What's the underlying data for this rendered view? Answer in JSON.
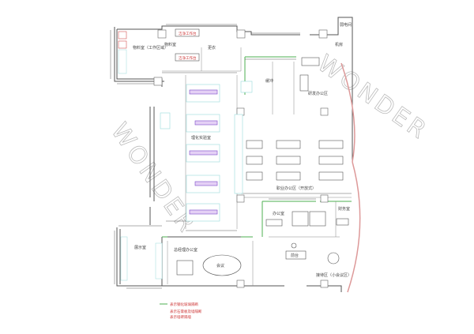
{
  "labels": {
    "material_room_work": "物料室（工作区域）",
    "material_room": "物料室",
    "clean_bench_1": "洁净工作台",
    "clean_bench_2": "洁净工作台",
    "changing": "更衣",
    "buffer": "缓冲",
    "rd_office": "研发办公区",
    "lab": "理化实验室",
    "open_office": "职业办公区（开放式）",
    "office": "办公室",
    "finance": "财务室",
    "reception": "前台",
    "reception_area": "接待区（小会议区）",
    "showroom": "展示室",
    "gm_office": "总经理办公室",
    "meeting_table": "会议",
    "weak_current": "弱电间",
    "machine_room": "机房"
  },
  "legend": [
    {
      "text": "表示钢化玻璃隔断",
      "color": "#4caf50"
    },
    {
      "text": "表示石膏板及墙隔断",
      "color": "#c33"
    },
    {
      "text": "表示墙砖隔墙",
      "color": "#c33"
    }
  ],
  "watermark": "WONDER"
}
